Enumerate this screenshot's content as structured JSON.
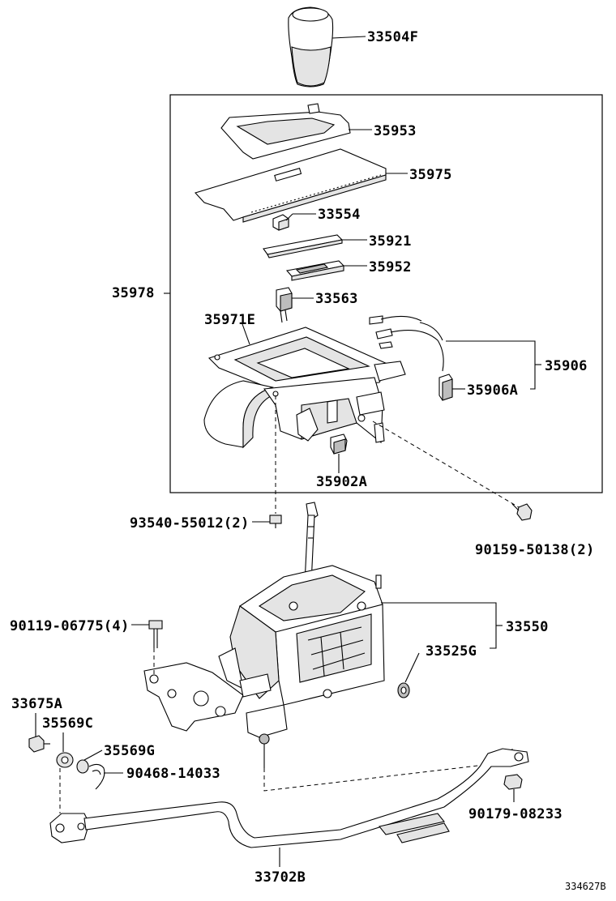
{
  "diagram_id": "334627B",
  "parts": {
    "knob": "33504F",
    "bezel_cover": "35953",
    "indicator_housing": "35975",
    "light_bulb_holder": "33554",
    "position_plate": "35921",
    "indicator_lens": "35952",
    "assembly_set": "35978",
    "socket": "33563",
    "housing_sub": "35971E",
    "wire": "35906",
    "wire_connector": "35906A",
    "switch": "35902A",
    "screw_left": "93540-55012(2)",
    "screw_right": "90159-50138(2)",
    "bolt": "90119-06775(4)",
    "shift_lever_assy": "33550",
    "seal_ring": "33525G",
    "bushing_a": "33675A",
    "bushing_c": "35569C",
    "retainer_g": "35569G",
    "clip": "90468-14033",
    "nut": "90179-08233",
    "control_rod": "33702B"
  }
}
